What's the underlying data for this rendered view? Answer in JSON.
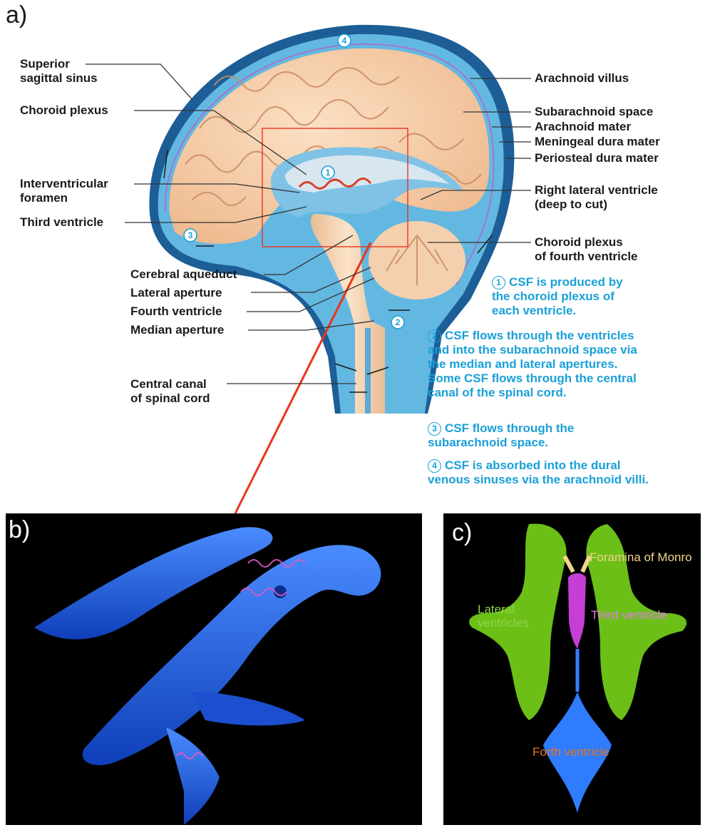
{
  "panels": {
    "a": "a)",
    "b": "b)",
    "c": "c)"
  },
  "labels_left": [
    {
      "id": "superior-sagittal-sinus",
      "lines": [
        "Superior",
        "sagittal sinus"
      ]
    },
    {
      "id": "choroid-plexus",
      "lines": [
        "Choroid plexus"
      ]
    },
    {
      "id": "interventricular-foramen",
      "lines": [
        "Interventricular",
        "foramen"
      ]
    },
    {
      "id": "third-ventricle",
      "lines": [
        "Third ventricle"
      ]
    },
    {
      "id": "cerebral-aqueduct",
      "lines": [
        "Cerebral aqueduct"
      ]
    },
    {
      "id": "lateral-aperture",
      "lines": [
        "Lateral aperture"
      ]
    },
    {
      "id": "fourth-ventricle",
      "lines": [
        "Fourth ventricle"
      ]
    },
    {
      "id": "median-aperture",
      "lines": [
        "Median aperture"
      ]
    },
    {
      "id": "central-canal",
      "lines": [
        "Central canal",
        "of spinal cord"
      ]
    }
  ],
  "labels_right": [
    {
      "id": "arachnoid-villus",
      "lines": [
        "Arachnoid villus"
      ]
    },
    {
      "id": "subarachnoid-space",
      "lines": [
        "Subarachnoid space"
      ]
    },
    {
      "id": "arachnoid-mater",
      "lines": [
        "Arachnoid mater"
      ]
    },
    {
      "id": "meningeal-dura-mater",
      "lines": [
        "Meningeal dura mater"
      ]
    },
    {
      "id": "periosteal-dura-mater",
      "lines": [
        "Periosteal dura mater"
      ]
    },
    {
      "id": "right-lateral-ventricle",
      "lines": [
        "Right lateral ventricle",
        "(deep to cut)"
      ]
    },
    {
      "id": "choroid-plexus-fourth",
      "lines": [
        "Choroid plexus",
        "of fourth ventricle"
      ]
    }
  ],
  "steps": [
    {
      "num": "1",
      "lines": [
        "CSF is produced by",
        "the choroid plexus of",
        "each ventricle."
      ]
    },
    {
      "num": "2",
      "lines": [
        "CSF flows through the ventricles",
        "and into the subarachnoid space via",
        "the median and lateral apertures.",
        "Some CSF flows through the central",
        "canal of the spinal cord."
      ]
    },
    {
      "num": "3",
      "lines": [
        "CSF flows through the",
        "subarachnoid space."
      ]
    },
    {
      "num": "4",
      "lines": [
        "CSF is absorbed into the dural",
        "venous sinuses via the arachnoid villi."
      ]
    }
  ],
  "markers": [
    "1",
    "2",
    "3",
    "4"
  ],
  "panel_c": {
    "foramina": "Foramina of Monro",
    "lateral": [
      "Lateral",
      "ventricles"
    ],
    "third": "Third ventricle",
    "forth": "Forth ventricle"
  },
  "colors": {
    "step_text": "#1aa0d8",
    "csf_blue": "#2f9bd4",
    "brain_tissue": "#f3c9a2",
    "highlight_box": "#e8341c",
    "ventricle_3d": "#1f5fe0",
    "lateral_ventricle_green": "#6cbf17",
    "third_ventricle_magenta": "#c53fd6",
    "foramina_label": "#f0d58a",
    "forth_label": "#e8731d"
  }
}
